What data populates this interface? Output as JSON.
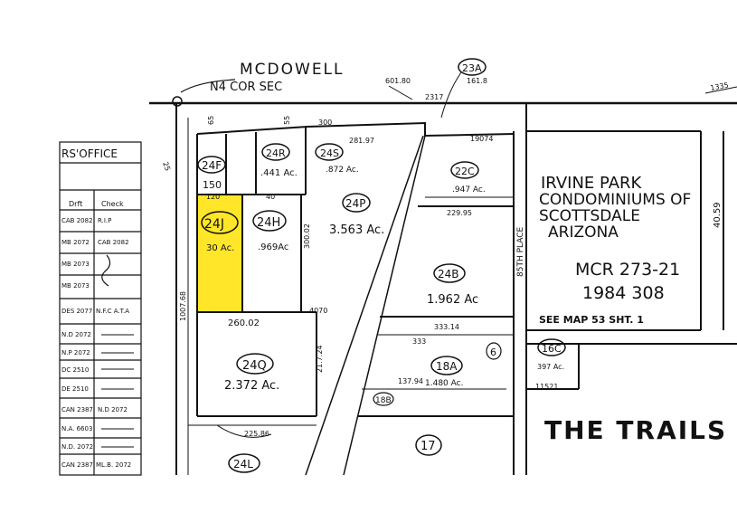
{
  "street": "MCDOWELL",
  "corner_label": "N4 COR SEC",
  "top_dims": {
    "d1": "601.80",
    "d2": "2317",
    "d3": "300",
    "d4": "19074"
  },
  "office_label": "RS'OFFICE",
  "ledger": {
    "headers": [
      "Drft",
      "Check"
    ],
    "rows": [
      [
        "CAB 2082",
        "R.I.P"
      ],
      [
        "MB 2072",
        "CAB 2082"
      ],
      [
        "MB 2073",
        ""
      ],
      [
        "MB 2073",
        ""
      ],
      [
        "DES 2077",
        "N.F.C A.T.A"
      ],
      [
        "N.D 2072",
        ""
      ],
      [
        "N.P 2072",
        ""
      ],
      [
        "DC 2510",
        ""
      ],
      [
        "DE 2510",
        ""
      ],
      [
        "CAN 2387",
        "N.D 2072"
      ],
      [
        "N.A. 6603",
        ""
      ],
      [
        "N.D. 2072",
        ""
      ],
      [
        "CAN 2387",
        "ML.B. 2072"
      ]
    ]
  },
  "parcels": {
    "p24F": {
      "id": "24F",
      "dim": "150"
    },
    "p24R": {
      "id": "24R",
      "area": ".441 Ac."
    },
    "p24S": {
      "id": "24S",
      "area": ".872 Ac."
    },
    "p24P": {
      "id": "24P",
      "area": "3.563 Ac."
    },
    "p22C": {
      "id": "22C",
      "area": ".947 Ac."
    },
    "p24J": {
      "id": "24J",
      "area": "30 Ac."
    },
    "p24H": {
      "id": "24H",
      "area": ".969Ac"
    },
    "p24B": {
      "id": "24B",
      "area": "1.962 Ac"
    },
    "p24Q": {
      "id": "24Q",
      "area": "2.372 Ac."
    },
    "p18A": {
      "id": "18A",
      "area": "1.480 Ac."
    },
    "p18B": {
      "id": "18B"
    },
    "p6": {
      "id": "6"
    },
    "p16C": {
      "id": "16C",
      "area": "397 Ac."
    },
    "p17": {
      "id": "17"
    },
    "p24L": {
      "id": "24L"
    },
    "p23A": {
      "id": "23A",
      "dim": "161.8"
    }
  },
  "dims": {
    "a": "120",
    "b": "40",
    "c": "260.02",
    "d": "4070",
    "e": "333.14",
    "f": "333",
    "g": "300.02",
    "h": "1007.68",
    "i": "21.7.24",
    "j": "225.86",
    "k": "281.97",
    "l": "229.95",
    "m": "11521",
    "n": "137.94",
    "o": "65",
    "p": "55",
    "q": "25"
  },
  "subdivision": {
    "line1": "IRVINE PARK",
    "line2": "CONDOMINIUMS OF",
    "line3": "SCOTTSDALE",
    "line4": "ARIZONA",
    "mcr": "MCR 273-21",
    "book": "1984 308",
    "see_map": "SEE MAP 53 SHT. 1",
    "street_name": "85TH PLACE"
  },
  "trails": "THE TRAILS",
  "right_dims": {
    "a": "40.59",
    "b": "1335"
  },
  "highlight_color": "#ffe629"
}
